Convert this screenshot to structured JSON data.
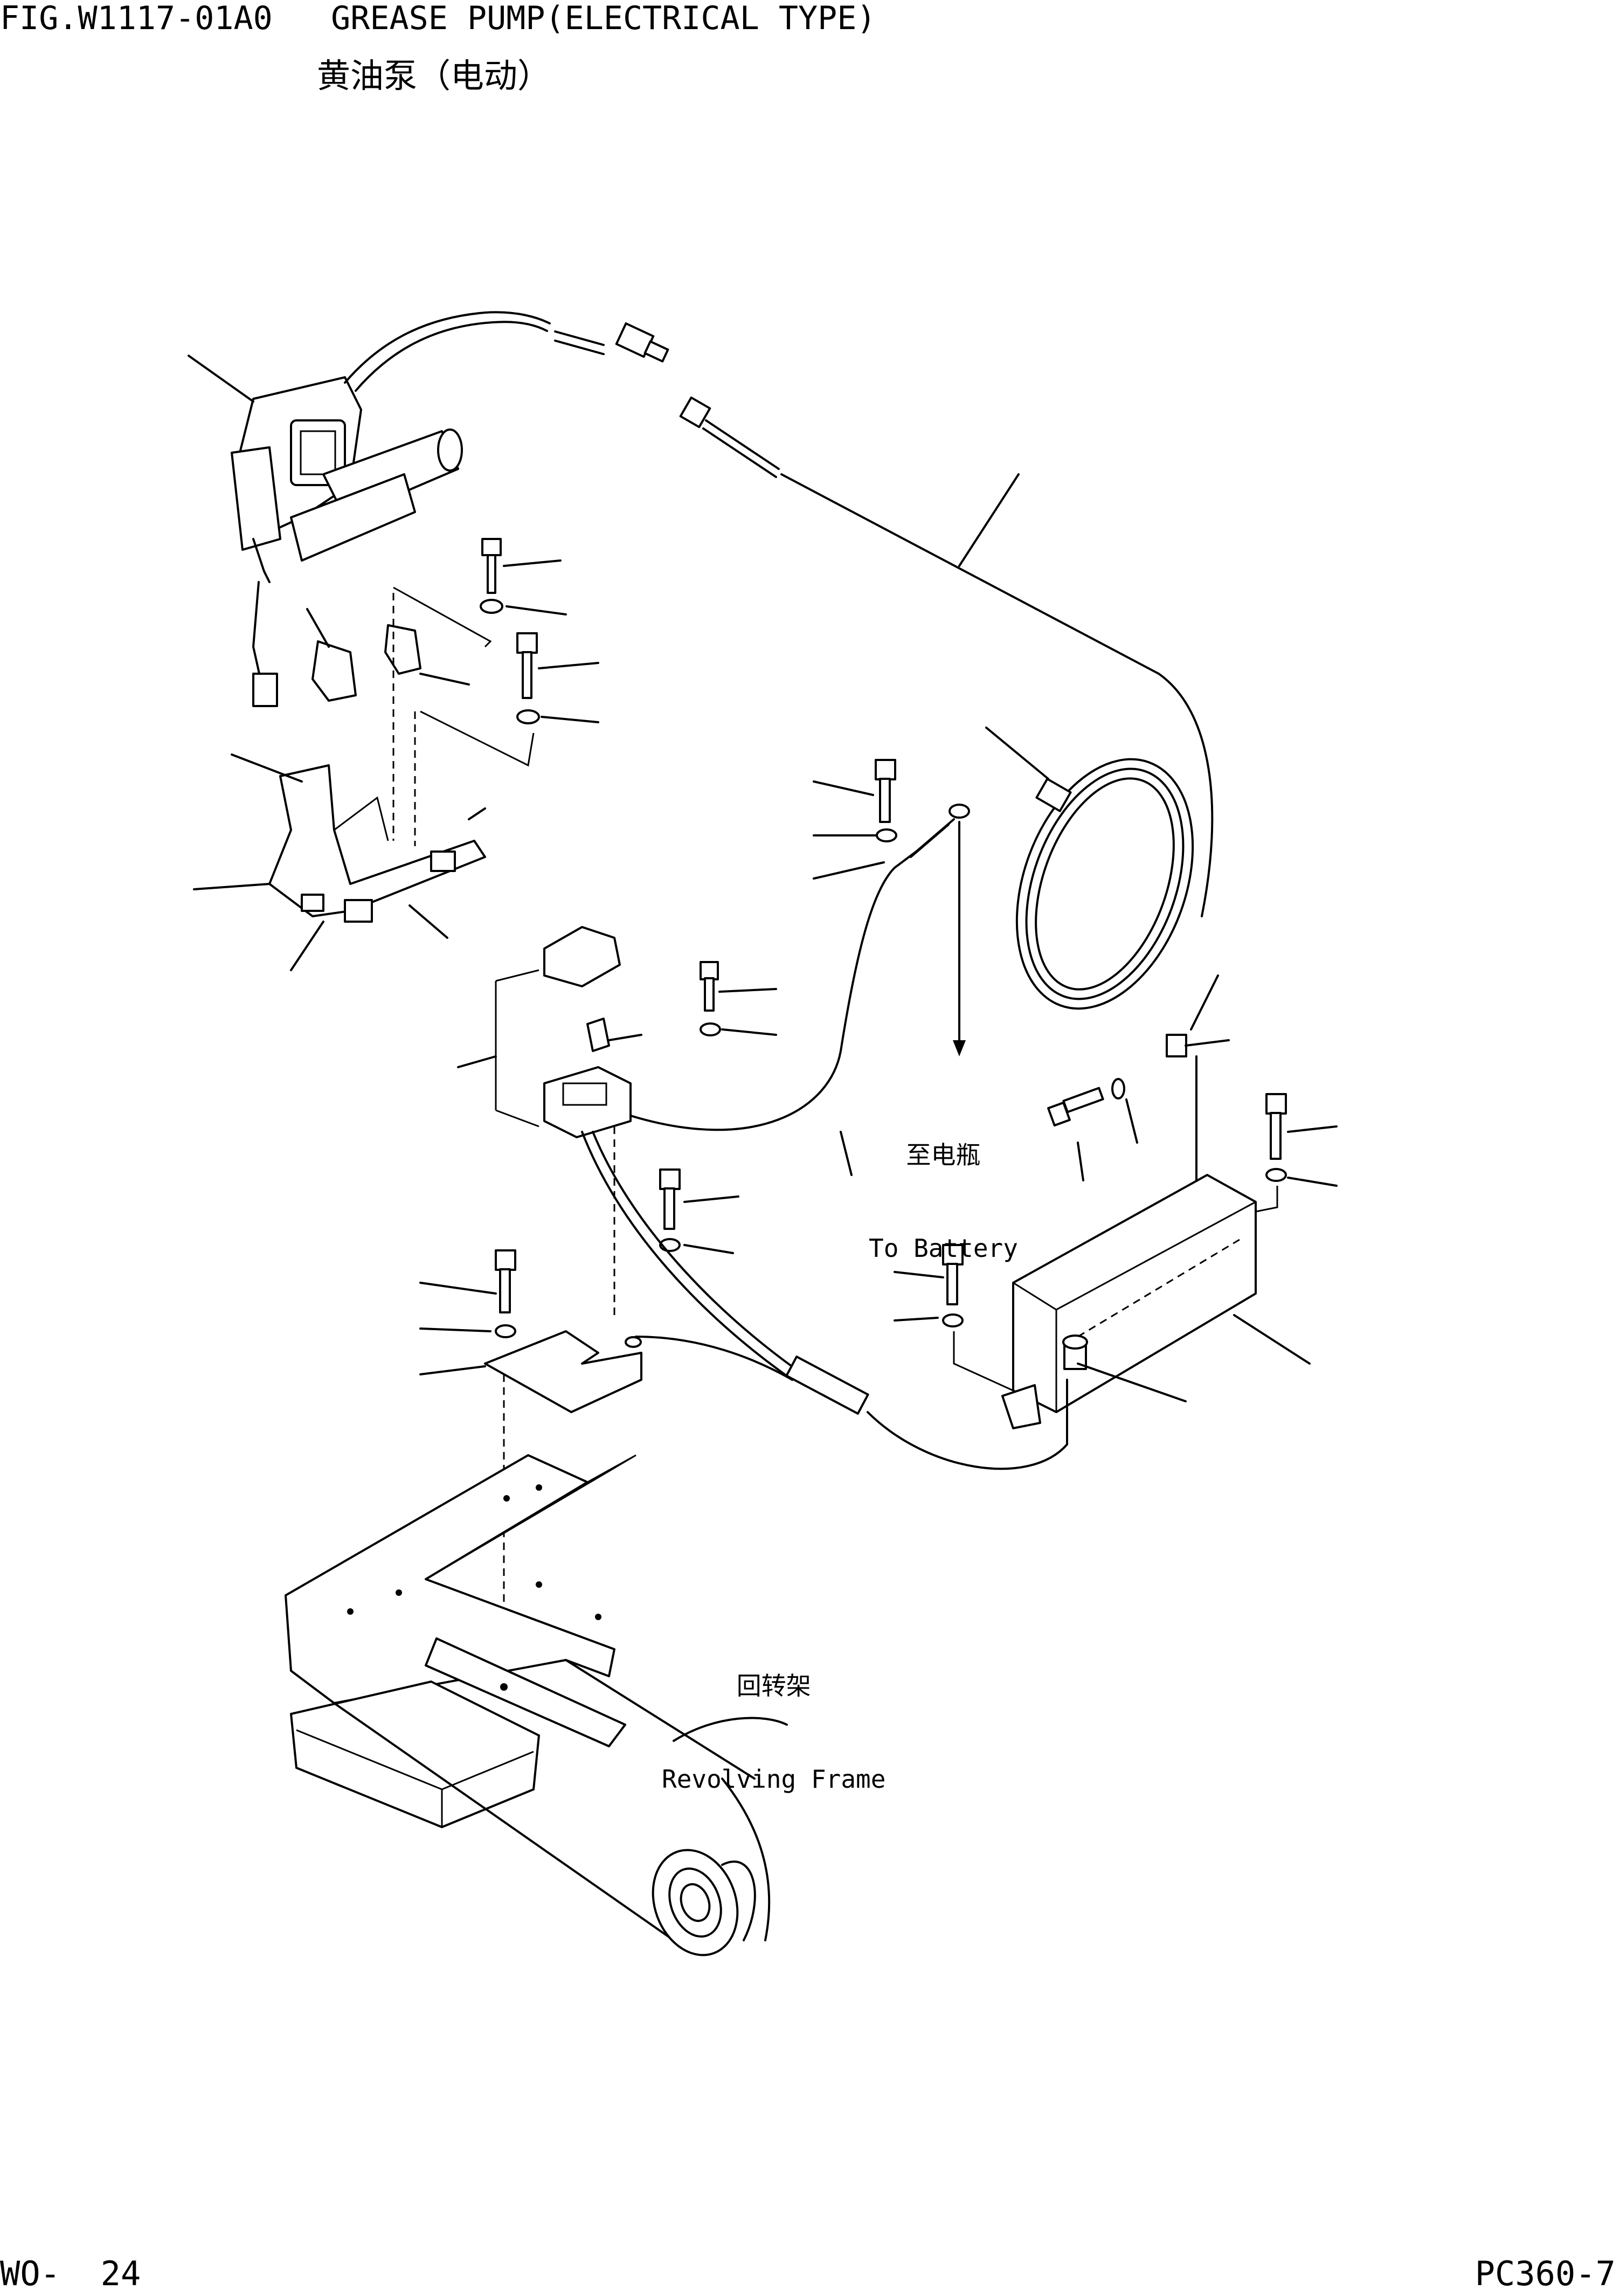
{
  "header": {
    "figure_title": "FIG.W1117-01A0   GREASE PUMP(ELECTRICAL TYPE)",
    "figure_title_cn": "黄油泵（电动）"
  },
  "labels": {
    "to_battery_cn": "至电瓶",
    "to_battery_en": "To Battery",
    "revolving_frame_cn": "回转架",
    "revolving_frame_en": "Revolving Frame"
  },
  "footer": {
    "page": "WO-  24",
    "model": "PC360-7"
  }
}
